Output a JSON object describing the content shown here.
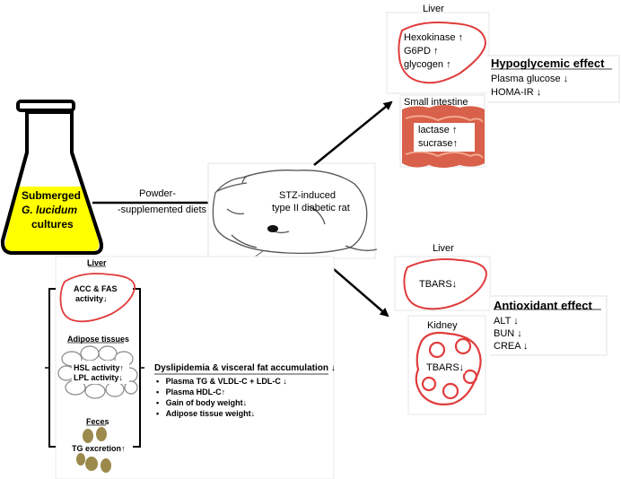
{
  "flask": {
    "line1": "Submerged",
    "line2": "G. lucidum",
    "line3": "cultures"
  },
  "diet": {
    "line1": "Powder-",
    "line2": "-supplemented diets"
  },
  "rat": {
    "line1": "STZ-induced",
    "line2": "type II diabetic rat"
  },
  "liver_top": {
    "title": "Liver",
    "items": [
      "Hexokinase ↑",
      "G6PD ↑",
      "glycogen ↑"
    ]
  },
  "hypoglycemic": {
    "title": "Hypoglycemic effect",
    "items": [
      "Plasma glucose ↓",
      "HOMA-IR ↓"
    ]
  },
  "small_intestine": {
    "title": "Small intestine",
    "items": [
      "lactase ↑",
      "sucrase↑"
    ]
  },
  "liver_mid": {
    "title": "Liver",
    "item": "TBARS↓"
  },
  "kidney": {
    "title": "Kidney",
    "item": "TBARS↓"
  },
  "antioxidant": {
    "title": "Antioxidant effect",
    "items": [
      "ALT ↓",
      "BUN ↓",
      "CREA ↓"
    ]
  },
  "liver_left": {
    "title": "Liver",
    "line1": "ACC & FAS",
    "line2": "activity↓"
  },
  "adipose": {
    "title": "Adipose tissues",
    "line1": "HSL activity↑",
    "line2": "LPL activity↓"
  },
  "feces": {
    "title": "Feces",
    "item": "TG excretion↑"
  },
  "dyslipidemia": {
    "title": "Dyslipidemia  & visceral fat accumulation  ↓",
    "items": [
      "Plasma TG & VLDL-C + LDL-C ↓",
      "Plasma HDL-C↑",
      "Gain of body weight↓",
      "Adipose tissue weight↓"
    ]
  },
  "colors": {
    "flask_liquid": "#ffff00",
    "organ_outline": "#e03c3c",
    "intestine": "#d9604a",
    "feces": "#9c8a4c"
  }
}
